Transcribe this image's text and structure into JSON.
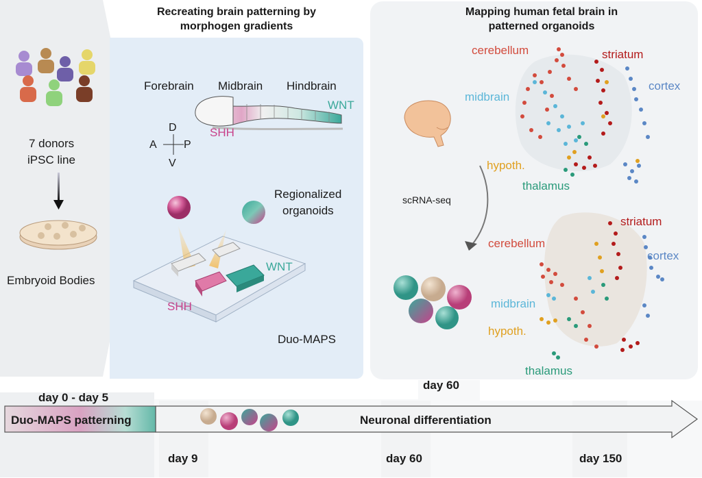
{
  "left": {
    "donors_line1": "7 donors",
    "donors_line2": "iPSC line",
    "embryoid": "Embryoid Bodies"
  },
  "middle": {
    "title_line1": "Recreating brain patterning by",
    "title_line2": "morphogen gradients",
    "forebrain": "Forebrain",
    "midbrain": "Midbrain",
    "hindbrain": "Hindbrain",
    "wnt_top": "WNT",
    "shh_top": "SHH",
    "axis_d": "D",
    "axis_a": "A",
    "axis_p": "P",
    "axis_v": "V",
    "regionalized_line1": "Regionalized",
    "regionalized_line2": "organoids",
    "wnt_device": "WNT",
    "shh_device": "SHH",
    "device_name": "Duo-MAPS"
  },
  "right": {
    "title_line1": "Mapping human fetal brain in",
    "title_line2": "patterned organoids",
    "method": "scRNA-seq",
    "top_map": {
      "cerebellum": "cerebellum",
      "striatum": "striatum",
      "midbrain": "midbrain",
      "cortex": "cortex",
      "hypoth": "hypoth.",
      "thalamus": "thalamus"
    },
    "bottom_map": {
      "cerebellum": "cerebellum",
      "striatum": "striatum",
      "midbrain": "midbrain",
      "cortex": "cortex",
      "hypoth": "hypoth.",
      "thalamus": "thalamus"
    }
  },
  "timeline": {
    "stage1_label": "day 0 - day 5",
    "stage1_name": "Duo-MAPS patterning",
    "stage2_name": "Neuronal differentiation",
    "day60_top": "day 60",
    "day9": "day 9",
    "day60_bottom": "day 60",
    "day150": "day 150"
  },
  "colors": {
    "pink": "#c8418a",
    "teal": "#3aa89a",
    "cerebellum": "#d24b3d",
    "striatum": "#b31b1b",
    "cortex": "#5b87c5",
    "midbrain": "#5bb6d8",
    "hypothalamus": "#e0a020",
    "thalamus": "#2a9a7a"
  }
}
